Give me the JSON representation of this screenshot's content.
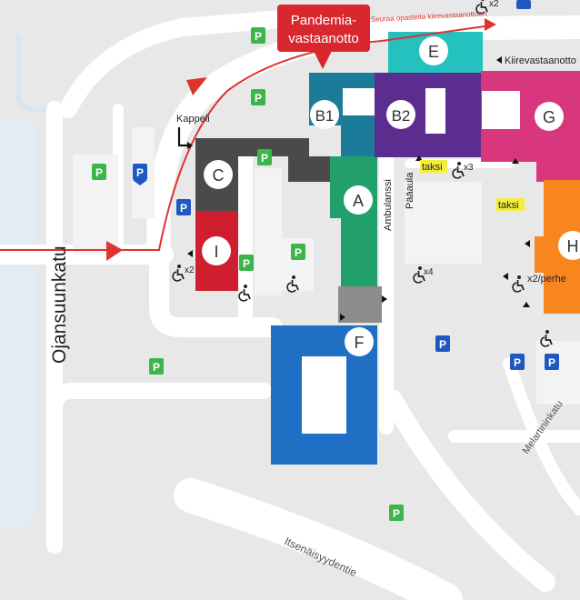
{
  "callout": {
    "line1": "Pandemia-",
    "line2": "vastaanotto",
    "color": "#d9272e"
  },
  "arrival_note": "Seuraa opasteita kiirevastaanottoon",
  "partial_top_label": "x2",
  "streets": {
    "ojansuunkatu": "Ojansuunkatu",
    "itsenaisyydentie": "Itsenäisyydentie",
    "melartininkatu": "Melartininkatu"
  },
  "places": {
    "kappeli": "Kappeli",
    "kiirevastaanotto": "Kiirevastaanotto",
    "ambulanssi": "Ambulanssi",
    "paaaula": "Pääaula",
    "taxi_label": "taksi",
    "x2_perhe": "x2/perhe"
  },
  "buildings": [
    {
      "id": "A",
      "color": "#22a06b"
    },
    {
      "id": "B1",
      "color": "#1a7c99"
    },
    {
      "id": "B2",
      "color": "#5b2d8e"
    },
    {
      "id": "C",
      "color": "#4a4a4a"
    },
    {
      "id": "E",
      "color": "#24c1be"
    },
    {
      "id": "F",
      "color": "#1f6fc4"
    },
    {
      "id": "G",
      "color": "#d8377e"
    },
    {
      "id": "H",
      "color": "#f7861f"
    },
    {
      "id": "I",
      "color": "#cf1f2e"
    }
  ],
  "markers": {
    "parking_green": "P",
    "parking_blue": "P",
    "x2": "x2",
    "x3": "x3",
    "x4": "x4"
  },
  "colors": {
    "route": "#e0322f",
    "parking_green": "#3cb54a",
    "parking_blue": "#1f57c3",
    "taxi_bg": "#f2ee3a"
  }
}
